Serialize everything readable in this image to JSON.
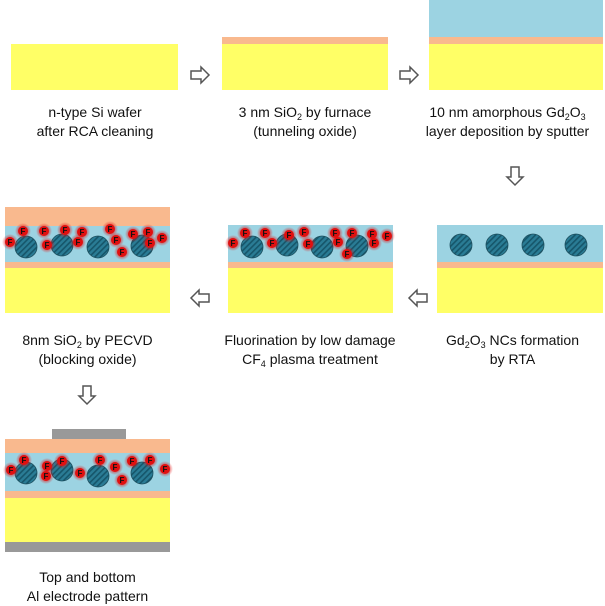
{
  "diagram": {
    "steps": [
      {
        "id": "s1",
        "caption": [
          "n-type Si wafer",
          "after RCA cleaning"
        ]
      },
      {
        "id": "s2",
        "caption": [
          "3 nm SiO|2| by furnace",
          "(tunneling oxide)"
        ]
      },
      {
        "id": "s3",
        "caption": [
          "10 nm amorphous Gd|2|O|3|",
          "layer deposition by sputter"
        ]
      },
      {
        "id": "s4",
        "caption": [
          "Gd|2|O|3| NCs formation",
          "by RTA"
        ]
      },
      {
        "id": "s5",
        "caption": [
          "Fluorination by low damage",
          "CF|4| plasma treatment"
        ]
      },
      {
        "id": "s6",
        "caption": [
          "8nm SiO|2| by PECVD",
          "(blocking oxide)"
        ]
      },
      {
        "id": "s7",
        "caption": [
          "Top and bottom",
          "Al electrode pattern"
        ]
      }
    ],
    "fluorine_label": "F",
    "colors": {
      "si": "#ffff66",
      "sio2": "#f9b98e",
      "gd2o3": "#9cd3e2",
      "nc": "#2a7c95",
      "nc_stripe": "#16566a",
      "fluorine": "#e01010",
      "al": "#999999",
      "arrow": "#555555"
    }
  }
}
